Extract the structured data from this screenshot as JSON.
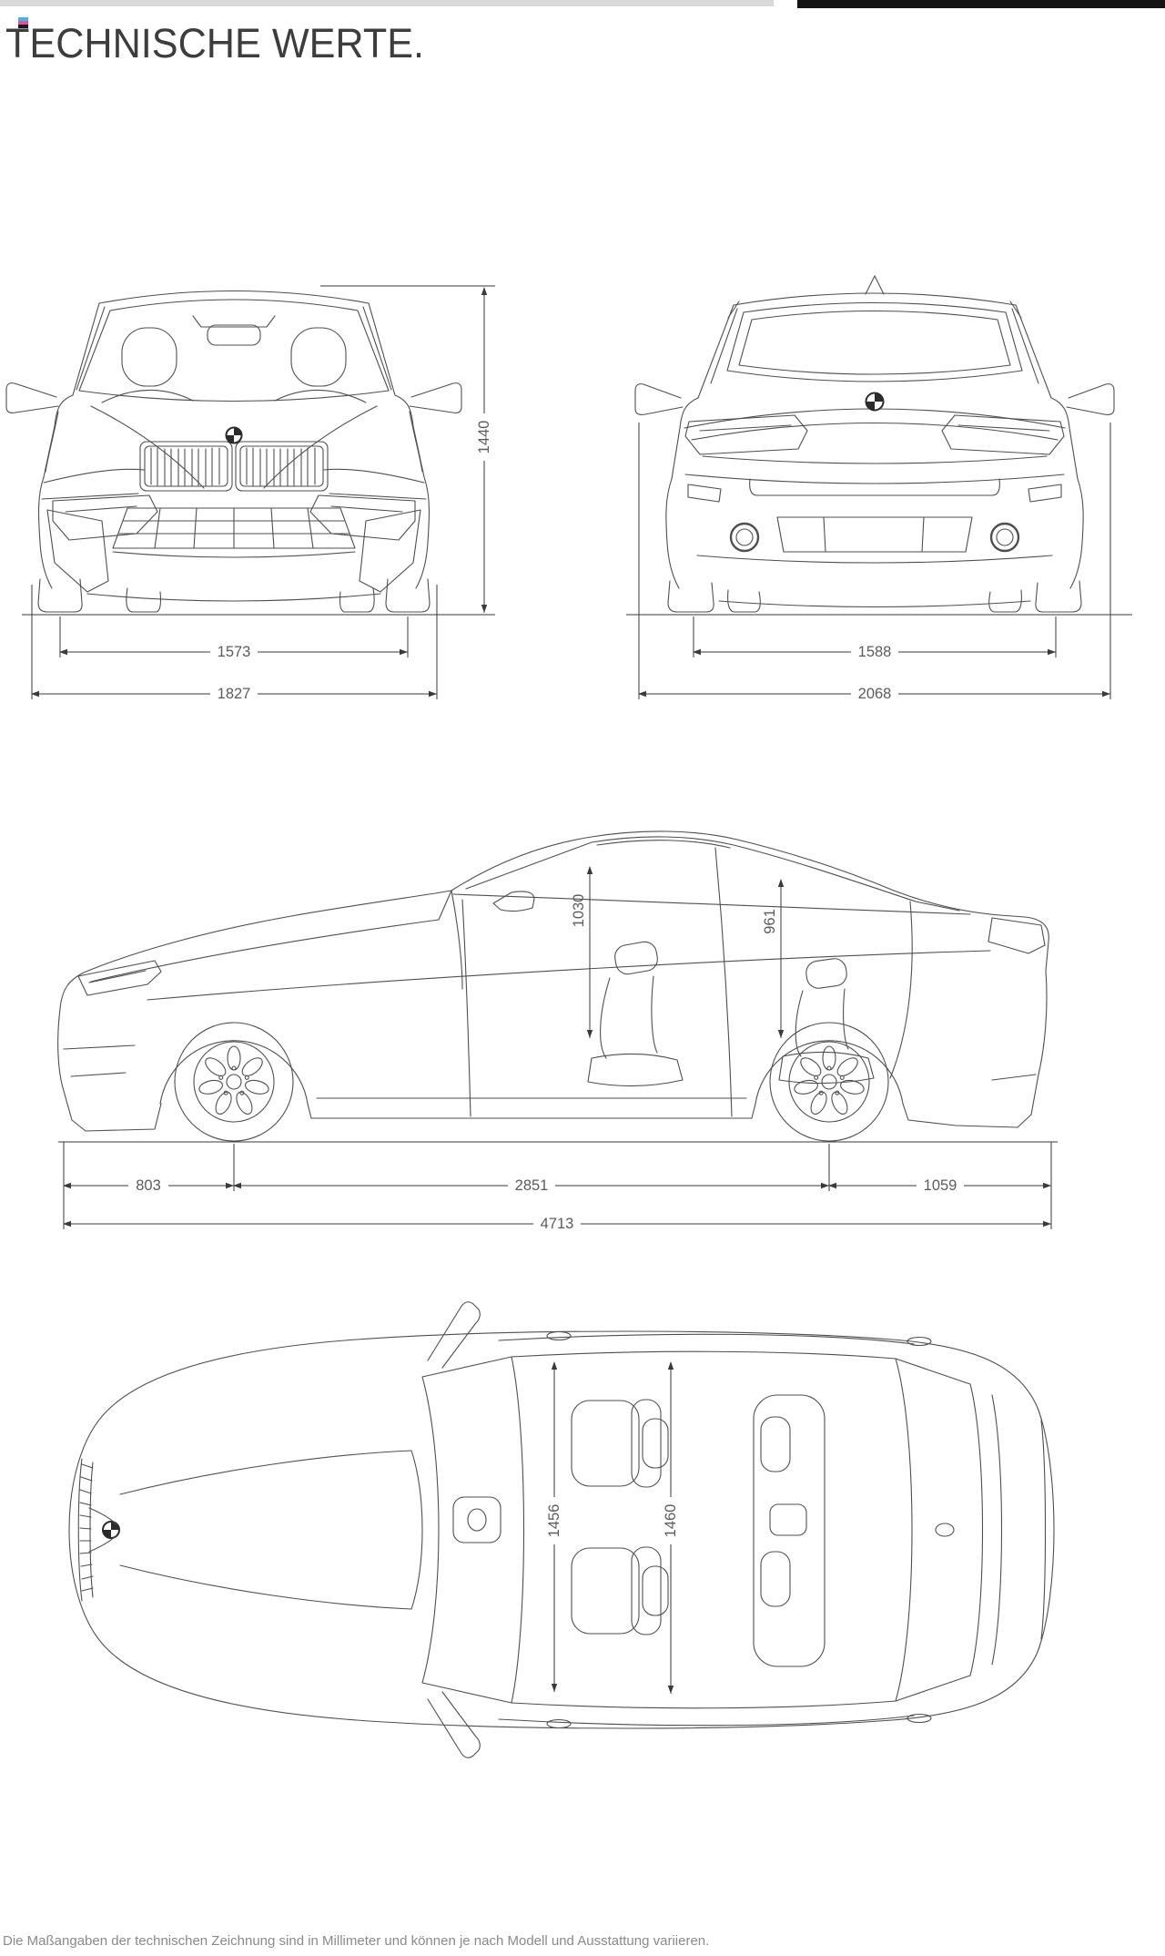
{
  "page": {
    "title": "TECHNISCHE WERTE.",
    "footnote": "Die Maßangaben der technischen Zeichnung sind in Millimeter und können je nach Modell und Ausstattung variieren."
  },
  "dims": {
    "front_height": "1440",
    "front_track": "1573",
    "front_width": "1827",
    "rear_track": "1588",
    "rear_width_mirrors": "2068",
    "headroom_front": "1030",
    "headroom_rear": "961",
    "front_overhang": "803",
    "wheelbase": "2851",
    "rear_overhang": "1059",
    "length": "4713",
    "interior_width_front": "1456",
    "interior_width_rear": "1460"
  },
  "colors": {
    "art_line": "#4f4f4f",
    "dimension_line": "#3a3a3a",
    "dimension_text": "#5c5c5c",
    "title_text": "#3d3d3d",
    "footnote_text": "#8a8a8a",
    "print_bar_gray": "#d8d8d8",
    "print_bar_black": "#141414",
    "registration_colors": [
      "#3bb7ea",
      "#e84fa0",
      "#1a1a1a"
    ]
  }
}
